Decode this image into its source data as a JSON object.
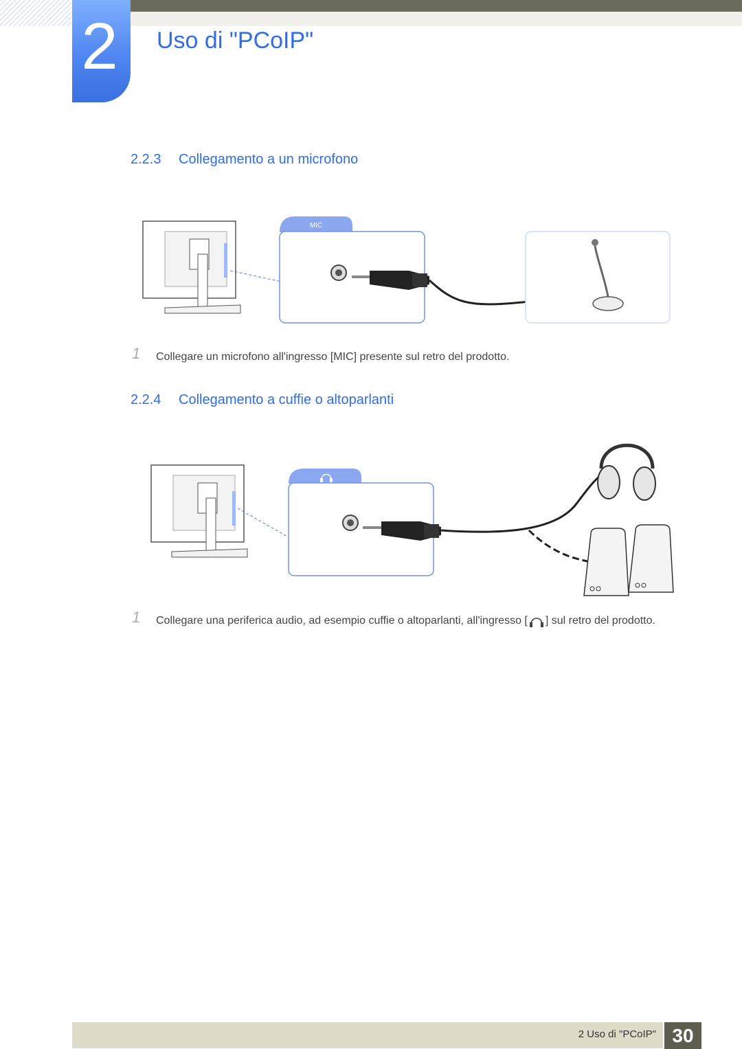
{
  "chapter": {
    "number": "2",
    "title": "Uso di \"PCoIP\""
  },
  "sections": [
    {
      "number": "2.2.3",
      "title": "Collegamento a un microfono",
      "port_label": "MIC",
      "step_number": "1",
      "step_text": "Collegare un microfono all'ingresso [MIC] presente sul retro del prodotto."
    },
    {
      "number": "2.2.4",
      "title": "Collegamento a cuffie o altoparlanti",
      "step_number": "1",
      "step_text_before": "Collegare una periferica audio, ad esempio cuffie o altoparlanti, all'ingresso [",
      "step_text_after": "] sul retro del prodotto."
    }
  ],
  "footer": {
    "label": "2 Uso di \"PCoIP\"",
    "page": "30"
  },
  "colors": {
    "accent_blue": "#2f6ee6",
    "footer_bar": "#dedbc9",
    "page_box": "#5f5d4f"
  },
  "icons": [
    "headphones-icon",
    "microphone-icon",
    "speakers-icon",
    "monitor-icon",
    "audio-jack-icon"
  ]
}
